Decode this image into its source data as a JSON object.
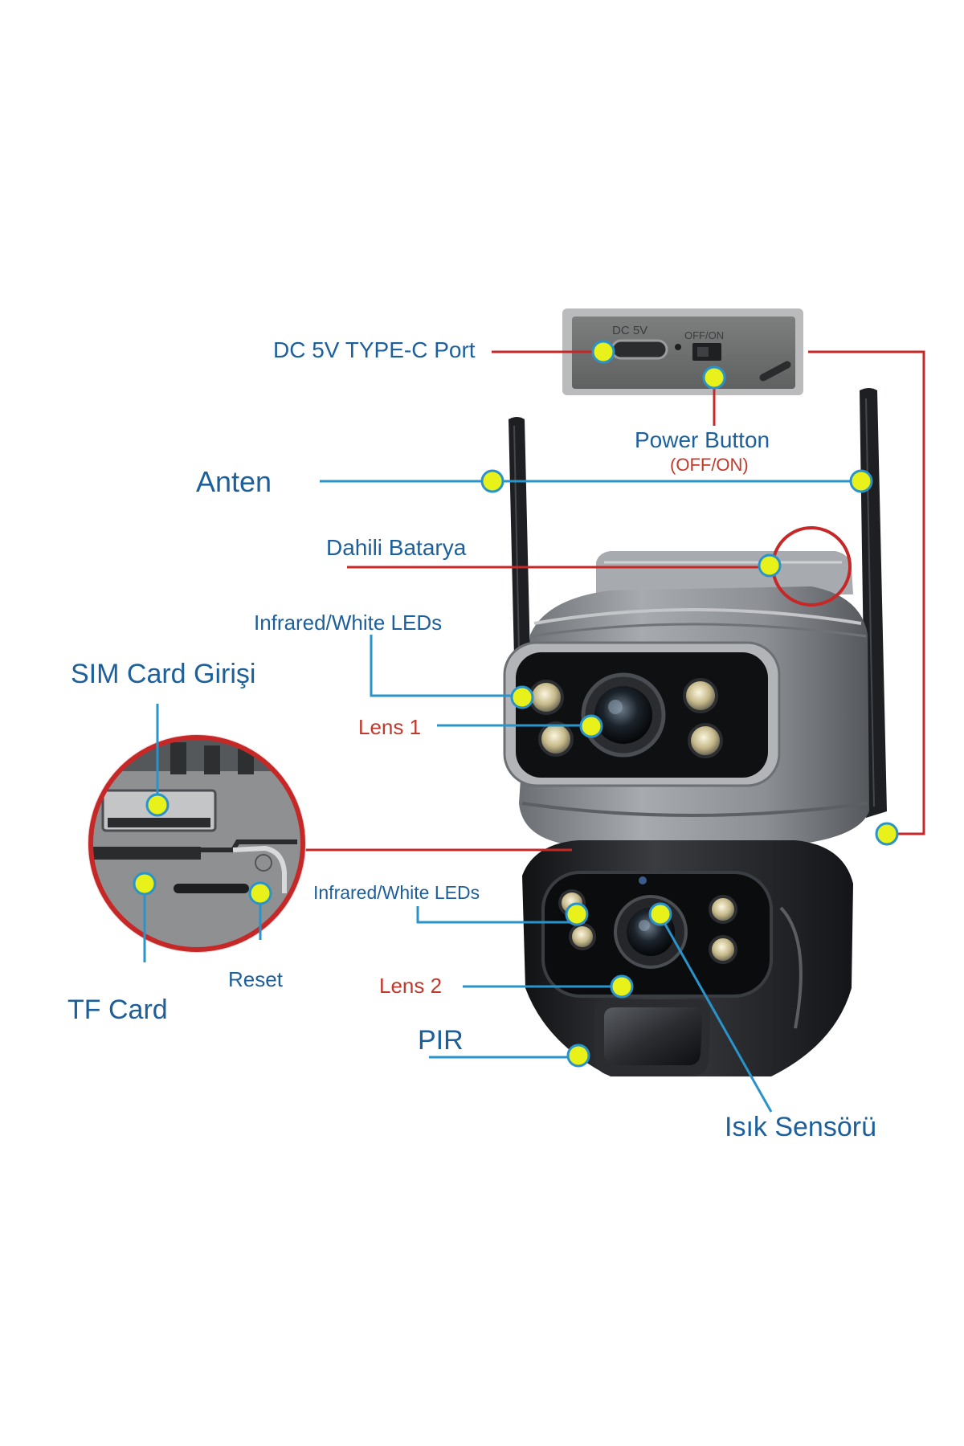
{
  "labels": {
    "dc_port": "DC 5V TYPE-C Port",
    "power_button": "Power Button",
    "power_button_sub": "(OFF/ON)",
    "anten": "Anten",
    "battery": "Dahili Batarya",
    "leds_top": "Infrared/White LEDs",
    "sim": "SIM Card Girişi",
    "lens1": "Lens 1",
    "leds_bottom": "Infrared/White LEDs",
    "lens2": "Lens 2",
    "tf_card": "TF Card",
    "reset": "Reset",
    "pir": "PIR",
    "light_sensor": "Isık Sensörü"
  },
  "panel_print": {
    "dc": "DC 5V",
    "off_on": "OFF/ON"
  },
  "colors": {
    "label_blue": "#1c5f9a",
    "label_red": "#c0392b",
    "leader_blue": "#2a93c9",
    "leader_red": "#c62828",
    "dot_fill": "#e8f21a",
    "dot_ring": "#2a93c9",
    "camera_grey": "#8a8d92",
    "camera_black": "#1d1f22"
  }
}
